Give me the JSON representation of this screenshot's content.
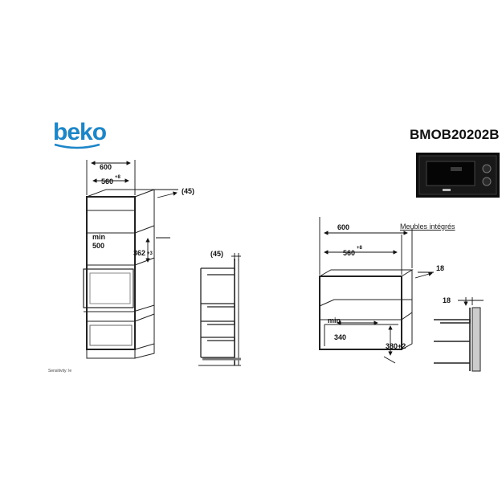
{
  "brand": {
    "logo_text": "beko"
  },
  "model": "BMOB20202B",
  "meubles_label": "Meubles intégrés",
  "sensitivity_label": "Sensitivity: le",
  "left_dims": {
    "width_600": "600",
    "width_560": "560",
    "width_560_sup": "+8",
    "depth_45": "(45)",
    "min": "min",
    "min_500": "500",
    "height_362": "362",
    "height_362_sup": "+3",
    "side_45": "(45)"
  },
  "right_dims": {
    "width_600": "600",
    "width_560": "560",
    "width_560_sup": "+8",
    "thickness_18": "18",
    "min": "min",
    "min_340": "340",
    "height_380": "380+2",
    "side_18": "18"
  }
}
